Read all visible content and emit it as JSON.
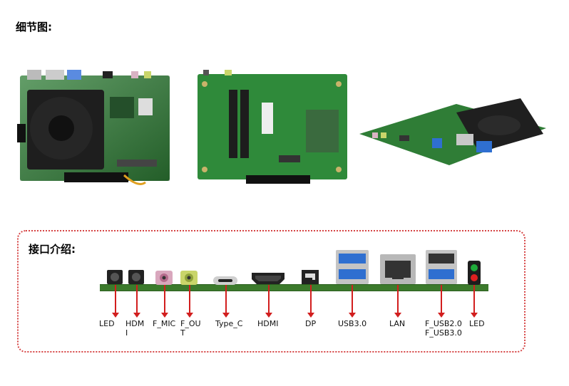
{
  "section_detail": {
    "title": "细节图:"
  },
  "section_ports": {
    "title": "接口介绍:"
  },
  "photos": [
    {
      "name": "board-top-view"
    },
    {
      "name": "board-bottom-view"
    },
    {
      "name": "board-angled-view"
    }
  ],
  "ports": [
    {
      "id": "led-left",
      "label": "LED"
    },
    {
      "id": "hdmi-small",
      "label": "HDM\nI"
    },
    {
      "id": "f-mic",
      "label": "F_MIC"
    },
    {
      "id": "f-out",
      "label": "F_OU\nT"
    },
    {
      "id": "type-c",
      "label": "Type_C"
    },
    {
      "id": "hdmi",
      "label": "HDMI"
    },
    {
      "id": "dp",
      "label": "DP"
    },
    {
      "id": "usb30",
      "label": "USB3.0"
    },
    {
      "id": "lan",
      "label": "LAN"
    },
    {
      "id": "f-usb",
      "label": "F_USB2.0\nF_USB3.0"
    },
    {
      "id": "led-right",
      "label": "LED"
    }
  ],
  "colors": {
    "accent": "#d21e1e",
    "pcb": "#3c7a2c",
    "usb_blue": "#2f6fd0"
  }
}
